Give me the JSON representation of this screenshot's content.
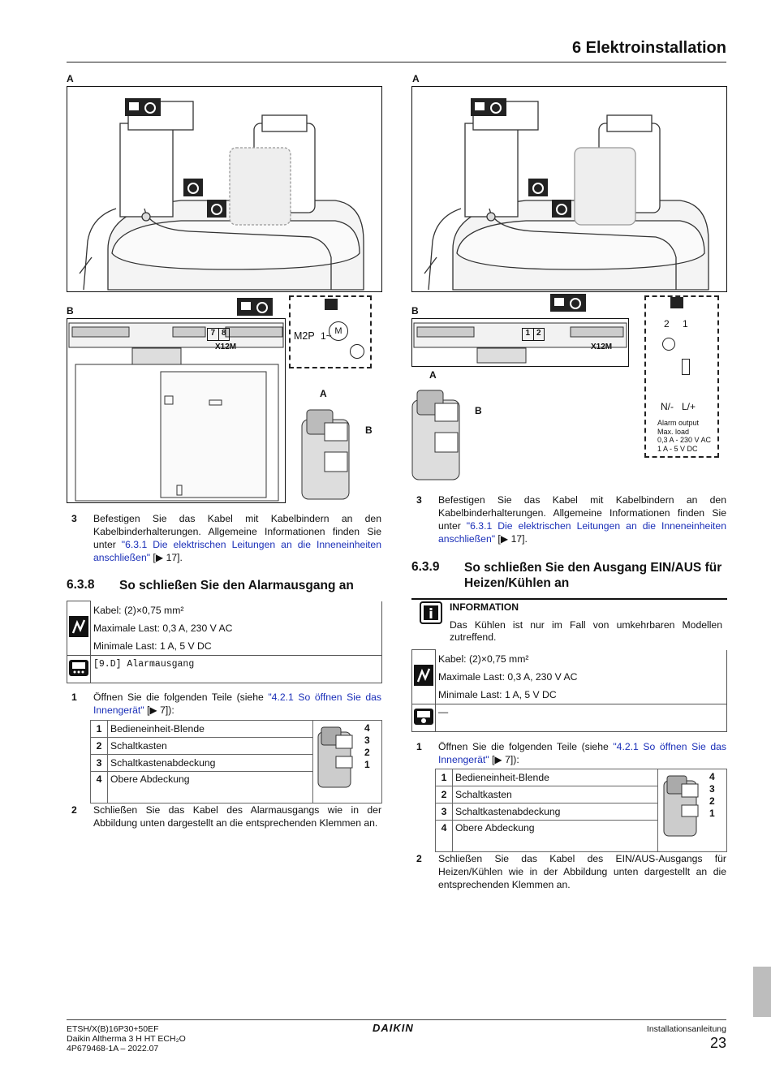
{
  "header": {
    "chapter": "6 Elektroinstallation"
  },
  "left": {
    "figure_labels": {
      "a": "A",
      "b": "B",
      "inset_a": "A",
      "inset_b": "B"
    },
    "terminal": {
      "pins": [
        "7",
        "8"
      ],
      "name": "X12M"
    },
    "motor": {
      "label": "M2P",
      "pin": "1~",
      "symbol": "M"
    },
    "step3": {
      "num": "3",
      "text": "Befestigen Sie das Kabel mit Kabelbindern an den Kabelbinderhalterungen. Allgemeine Informationen finden Sie unter ",
      "link": "\"6.3.1 Die elektrischen Leitungen an die Inneneinheiten anschließen\"",
      "ref": " [▶ 17]."
    },
    "section": {
      "num": "6.3.8",
      "title": "So schließen Sie den Alarmausgang an"
    },
    "spec": {
      "cable": "Kabel: (2)×0,75 mm²",
      "max_load": "Maximale Last: 0,3 A, 230 V AC",
      "min_load": "Minimale Last: 1 A, 5 V DC",
      "setting": "[9.D] Alarmausgang"
    },
    "step1": {
      "num": "1",
      "text": "Öffnen Sie die folgenden Teile (siehe ",
      "link": "\"4.2.1 So öffnen Sie das Innengerät\"",
      "ref": " [▶ 7]):"
    },
    "parts": [
      {
        "n": "1",
        "label": "Bedieneinheit-Blende"
      },
      {
        "n": "2",
        "label": "Schaltkasten"
      },
      {
        "n": "3",
        "label": "Schaltkastenabdeckung"
      },
      {
        "n": "4",
        "label": "Obere Abdeckung"
      }
    ],
    "parts_callouts": [
      "4",
      "3",
      "2",
      "1"
    ],
    "step2": {
      "num": "2",
      "text": "Schließen Sie das Kabel des Alarmausgangs wie in der Abbildung unten dargestellt an die entsprechenden Klemmen an."
    }
  },
  "right": {
    "figure_labels": {
      "a": "A",
      "b": "B",
      "inset_a": "A",
      "inset_b": "B"
    },
    "terminal": {
      "pins": [
        "1",
        "2"
      ],
      "name": "X12M"
    },
    "alarm": {
      "pin2": "2",
      "pin1": "1",
      "n": "N/-",
      "l": "L/+",
      "line1": "Alarm output",
      "line2": "Max. load",
      "line3": "0,3 A - 230 V AC",
      "line4": "1 A - 5 V DC"
    },
    "step3": {
      "num": "3",
      "text": "Befestigen Sie das Kabel mit Kabelbindern an den Kabelbinderhalterungen. Allgemeine Informationen finden Sie unter ",
      "link": "\"6.3.1 Die elektrischen Leitungen an die Inneneinheiten anschließen\"",
      "ref": " [▶ 17]."
    },
    "section": {
      "num": "6.3.9",
      "title": "So schließen Sie den Ausgang EIN/AUS für Heizen/Kühlen an"
    },
    "info": {
      "title": "INFORMATION",
      "text": "Das Kühlen ist nur im Fall von umkehrbaren Modellen zutreffend."
    },
    "spec": {
      "cable": "Kabel: (2)×0,75 mm²",
      "max_load": "Maximale Last: 0,3 A, 230 V AC",
      "min_load": "Minimale Last: 1 A, 5 V DC",
      "setting": "—"
    },
    "step1": {
      "num": "1",
      "text": "Öffnen Sie die folgenden Teile (siehe ",
      "link": "\"4.2.1 So öffnen Sie das Innengerät\"",
      "ref": " [▶ 7]):"
    },
    "parts": [
      {
        "n": "1",
        "label": "Bedieneinheit-Blende"
      },
      {
        "n": "2",
        "label": "Schaltkasten"
      },
      {
        "n": "3",
        "label": "Schaltkastenabdeckung"
      },
      {
        "n": "4",
        "label": "Obere Abdeckung"
      }
    ],
    "parts_callouts": [
      "4",
      "3",
      "2",
      "1"
    ],
    "step2": {
      "num": "2",
      "text": "Schließen Sie das Kabel des EIN/AUS-Ausgangs für Heizen/Kühlen wie in der Abbildung unten dargestellt an die entsprechenden Klemmen an."
    }
  },
  "footer": {
    "model": "ETSH/X(B)16P30+50EF",
    "product": "Daikin Altherma 3 H HT ECH₂O",
    "doc": "4P679468-1A – 2022.07",
    "brand": "DAIKIN",
    "doc_type": "Installationsanleitung",
    "page": "23"
  },
  "colors": {
    "link": "#1a2fb8",
    "thumb_tab": "#bdbdbd"
  }
}
